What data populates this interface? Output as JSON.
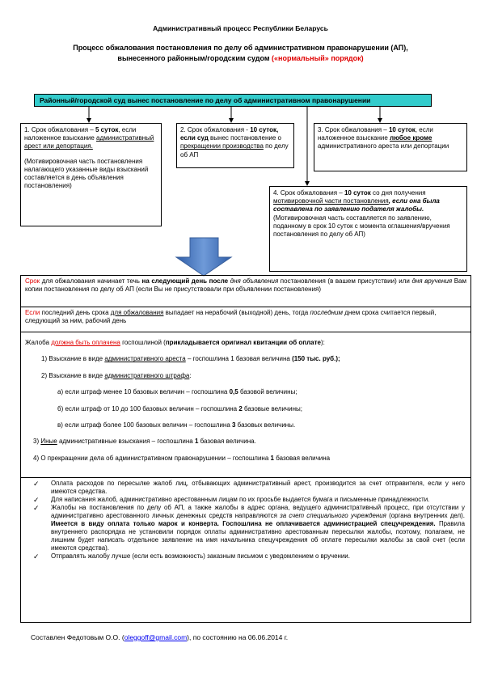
{
  "title": "Административный процесс Республики Беларусь",
  "subtitle_line1": "Процесс обжалования постановления по делу об административном правонарушении (АП),",
  "subtitle_line2_a": "вынесенного районным/городским судом ",
  "subtitle_line2_b": "(«нормальный» порядок)",
  "header": "Районный/городской суд вынес постановление по делу об административном правонарушении",
  "box1": {
    "a": "1. Срок обжалования – ",
    "b": "5 суток",
    "c": ", если наложенное взыскание ",
    "d": "административный арест или депортация.",
    "e": "(Мотивировочная часть постановления налагающего указанные виды взысканий составляется в день объявления постановления)"
  },
  "box2": {
    "a": "2. Срок обжалования - ",
    "b": "10 суток, если суд",
    "c": " вынес постановление о ",
    "d": "прекращении производства",
    "e": " по делу об АП"
  },
  "box3": {
    "a": "3. Срок обжалования – ",
    "b": "10 суток",
    "c": ", если наложенное взыскание ",
    "d": "любое кроме",
    "e": " административного ареста или депортации"
  },
  "box4": {
    "a": "4. Срок обжалования – ",
    "b": "10 суток",
    "c": " со дня получения ",
    "d": "мотивировочной части постановления",
    "e": ", если она была составлена по заявлению подателя жалобы.",
    "f": "(Мотивировочная часть составляется по заявлению, поданному в срок 10 суток с момента оглашения/вручения постановления по делу об АП)"
  },
  "row1": {
    "a": "Срок",
    "b": " для обжалования начинает течь ",
    "c": "на следующий день после",
    "d": " дня объявления",
    "e": " постановления (в вашем присутствии) или ",
    "f": "дня вручения",
    "g": " Вам копии постановления по делу об АП (если Вы не присутствовали при объявлении постановления)"
  },
  "row2": {
    "a": "Если",
    "b": " последний день срока ",
    "c": "для обжалования",
    "d": " выпадает на нерабочий (выходной) день, тогда ",
    "e": "последним",
    "f": " днем срока считается первый, следующий за ним, рабочий день"
  },
  "row3": {
    "intro_a": "Жалоба ",
    "intro_b": "должна быть оплачена",
    "intro_c": " госпошлиной (",
    "intro_d": "прикладывается оригинал квитанции об оплате",
    "intro_e": "):",
    "i1_a": "1)     Взыскание в виде ",
    "i1_b": "административного ареста",
    "i1_c": " – госпошлина 1 базовая величина ",
    "i1_d": "(150 тыс. руб.);",
    "i2_a": "2)     Взыскание в виде ",
    "i2_b": "административного штрафа",
    "i2_c": ":",
    "i2a_a": "а) если штраф менее 10 базовых величин – госпошлина ",
    "i2a_b": "0,5",
    "i2a_c": " базовой величины;",
    "i2b_a": "б) если штраф от 10 до 100 базовых величин – госпошлина ",
    "i2b_b": "2",
    "i2b_c": " базовые величины;",
    "i2c_a": "в) если штраф более 100 базовых величин – госпошлина ",
    "i2c_b": "3",
    "i2c_c": " базовых величины.",
    "i3_a": "3)     ",
    "i3_b": "Иные",
    "i3_c": " административные взыскания – госпошлина ",
    "i3_d": "1",
    "i3_e": " базовая величина.",
    "i4_a": "4)     О прекращении дела об административном правонарушении – госпошлина ",
    "i4_b": "1",
    "i4_c": " базовая величина"
  },
  "notes": {
    "n1": "Оплата расходов по пересылке жалоб лиц, отбывающих административный арест, производится за счет отправителя, если у него имеются средства.",
    "n2": "Для написания жалоб, административно арестованным лицам по их просьбе выдается бумага и письменные принадлежности.",
    "n3_a": "Жалобы на постановления по делу об АП, а также жалобы в адрес органа, ведущего административный процесс, при отсутствии у административно арестованного личных денежных средств направляются ",
    "n3_b": "за счет специального учреждения",
    "n3_c": " (органа внутренних дел). ",
    "n3_d": "Имеется в виду оплата только марок и конверта. Госпошлина не оплачивается администрацией спецучреждения.",
    "n3_e": " Правила внутреннего распорядка не установили порядок оплаты административно арестованным пересылки жалобы, поэтому, полагаем, не лишним будет написать отдельное заявление на имя начальника спецучреждения об оплате пересылки жалобы за свой счет (если имеются средства).",
    "n4": "Отправлять жалобу лучше (если есть возможность) заказным письмом с уведомлением о вручении."
  },
  "footer": {
    "a": "Составлен Федотовым О.О. (",
    "email": "oleggoff@gmail.com",
    "b": "),  по состоянию на 06.06.2014 г."
  },
  "colors": {
    "header_bg": "#33cccc",
    "accent_red": "#e00000",
    "arrow_blue": "#4a78c2"
  },
  "icons": [
    "arrow-down-icon",
    "checkmark-icon"
  ]
}
